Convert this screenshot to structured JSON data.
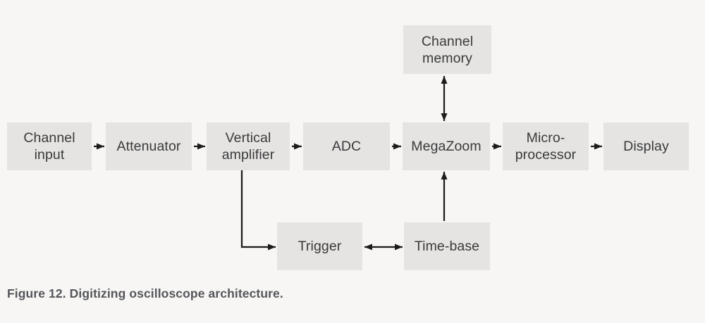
{
  "figure": {
    "caption": "Figure 12. Digitizing oscilloscope architecture."
  },
  "colors": {
    "background": "#f7f6f4",
    "box_fill": "#e5e4e2",
    "box_text": "#3a3a3c",
    "arrow": "#1c1c1c",
    "caption_text": "#55565b"
  },
  "boxes": {
    "channel_input": "Channel\ninput",
    "attenuator": "Attenuator",
    "vertical_amplifier": "Vertical\namplifier",
    "adc": "ADC",
    "megazoom": "MegaZoom",
    "microprocessor": "Micro-\nprocessor",
    "display": "Display",
    "channel_memory": "Channel\nmemory",
    "trigger": "Trigger",
    "time_base": "Time-base"
  },
  "connections": [
    {
      "from": "channel_input",
      "to": "attenuator",
      "type": "arrow-right"
    },
    {
      "from": "attenuator",
      "to": "vertical_amplifier",
      "type": "arrow-right"
    },
    {
      "from": "vertical_amplifier",
      "to": "adc",
      "type": "arrow-right"
    },
    {
      "from": "adc",
      "to": "megazoom",
      "type": "arrow-right"
    },
    {
      "from": "megazoom",
      "to": "microprocessor",
      "type": "arrow-right"
    },
    {
      "from": "microprocessor",
      "to": "display",
      "type": "arrow-right"
    },
    {
      "from": "megazoom",
      "to": "channel_memory",
      "type": "double-arrow-vertical"
    },
    {
      "from": "vertical_amplifier",
      "to": "trigger",
      "type": "elbow-down-right-arrow"
    },
    {
      "from": "trigger",
      "to": "time_base",
      "type": "double-arrow-horizontal"
    },
    {
      "from": "time_base",
      "to": "megazoom",
      "type": "arrow-up"
    }
  ]
}
